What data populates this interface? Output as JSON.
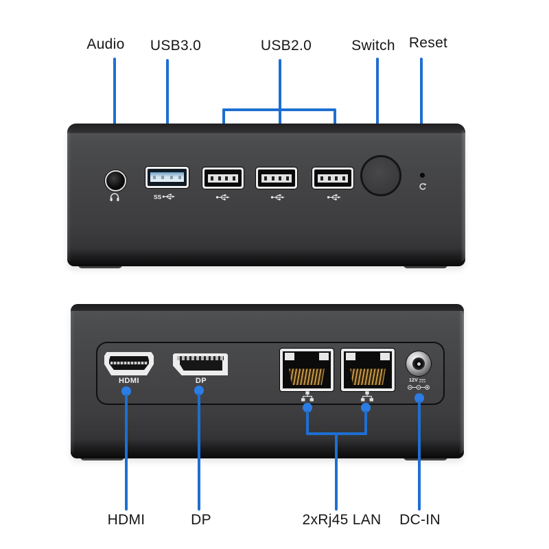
{
  "palette": {
    "line_blue": "#1e6fd2",
    "dot_blue": "#2b7de4",
    "label_color": "#161616",
    "case_gray": "#424244",
    "port_white": "#ededed",
    "usb3_tab_blue": "#cde2f0",
    "background": "#ffffff"
  },
  "top_callouts": {
    "audio": {
      "label": "Audio"
    },
    "usb3": {
      "label": "USB3.0"
    },
    "usb2": {
      "label": "USB2.0"
    },
    "switch": {
      "label": "Switch"
    },
    "reset": {
      "label": "Reset"
    }
  },
  "bottom_callouts": {
    "hdmi": {
      "label": "HDMI"
    },
    "dp": {
      "label": "DP"
    },
    "lan": {
      "label": "2xRj45 LAN"
    },
    "dcin": {
      "label": "DC-IN"
    }
  },
  "port_markings": {
    "hdmi": "HDMI",
    "dp": "DP",
    "usb3_superspeed": "SS",
    "dc_voltage": "12V"
  }
}
